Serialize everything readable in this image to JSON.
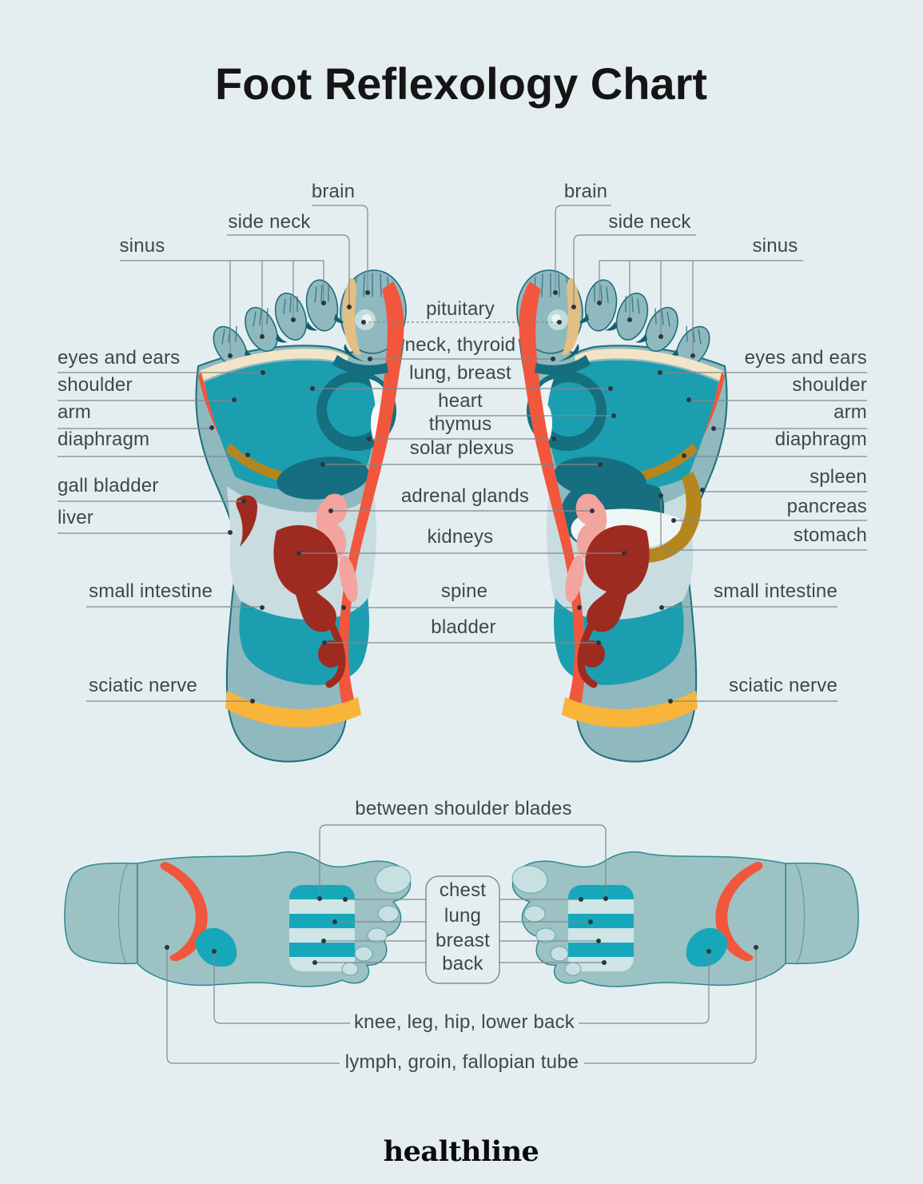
{
  "title": "Foot Reflexology Chart",
  "brand": "healthline",
  "labels": {
    "brain": "brain",
    "side_neck": "side neck",
    "sinus": "sinus",
    "pituitary": "pituitary",
    "neck_thyroid": "neck, thyroid",
    "lung_breast": "lung, breast",
    "heart": "heart",
    "thymus": "thymus",
    "solar_plexus": "solar plexus",
    "eyes_and_ears": "eyes and ears",
    "shoulder": "shoulder",
    "arm": "arm",
    "diaphragm": "diaphragm",
    "gall_bladder": "gall bladder",
    "liver": "liver",
    "spleen": "spleen",
    "pancreas": "pancreas",
    "stomach": "stomach",
    "adrenal_glands": "adrenal glands",
    "kidneys": "kidneys",
    "small_intestine": "small intestine",
    "spine": "spine",
    "bladder": "bladder",
    "sciatic_nerve": "sciatic nerve",
    "between_shoulder_blades": "between shoulder blades",
    "chest": "chest",
    "lung": "lung",
    "breast": "breast",
    "back": "back",
    "knee_leg_hip_lower_back": "knee, leg, hip, lower back",
    "lymph_groin_fallopian_tube": "lymph, groin, fallopian tube"
  },
  "colors": {
    "background": "#e4eef0",
    "foot_base": "#8fb9bf",
    "foot_outline": "#1d6e7c",
    "main_teal": "#1b9eb0",
    "dark_teal": "#156f7e",
    "cream_band": "#f2e5c7",
    "tan_side_neck": "#e4bf83",
    "red_orange": "#f2563c",
    "sciatic_yellow": "#f9b43a",
    "organ_dark_red": "#9e2b20",
    "adrenal_pink": "#f3a49e",
    "diaphragm_olive": "#b5861e",
    "light_abdomen": "#c9dde1",
    "white_zone": "#eef6f5",
    "bottom_foot": "#9cc2c4",
    "bottom_toe": "#c8e0e2",
    "stripe_teal": "#16a8ba",
    "stripe_light": "#cfe5e6",
    "connector_line": "#7f898e",
    "dot": "#2c373c",
    "text": "#3d484d"
  }
}
